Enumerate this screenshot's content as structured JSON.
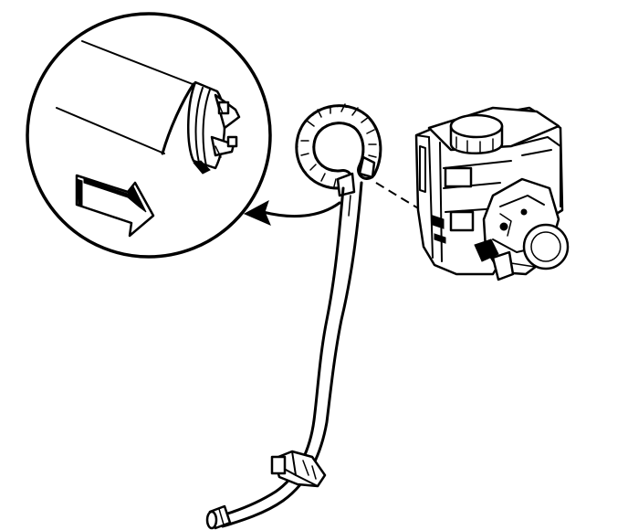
{
  "figure": {
    "kind": "line-art technical illustration",
    "labels": [],
    "colors": {
      "ink": "#000000",
      "background": "#ffffff"
    },
    "components": [
      "detail-view-circle",
      "hose-coupling-detail",
      "direction-arrow-icon",
      "callout-arrow-icon",
      "coiled-hose-section",
      "return-hose",
      "hose-clip",
      "hose-end-fitting",
      "reservoir-pump-assembly",
      "reservoir-cap",
      "pump-pulley",
      "alignment-leader-line"
    ]
  }
}
